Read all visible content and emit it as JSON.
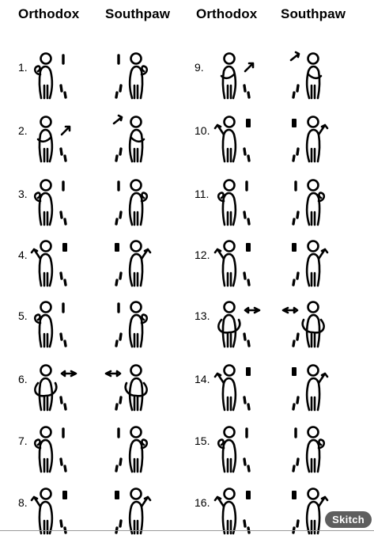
{
  "headers": [
    "Orthodox",
    "Southpaw",
    "Orthodox",
    "Southpaw"
  ],
  "left_column": {
    "numbers": [
      "1.",
      "2.",
      "3.",
      "4.",
      "5.",
      "6.",
      "7.",
      "8."
    ],
    "orthodox_poses": [
      "hook-low",
      "uppercut-right",
      "hook-low",
      "jab-raised",
      "hook-low",
      "bodyshot-left",
      "hook-low",
      "jab-raised"
    ],
    "southpaw_poses": [
      "hook-low",
      "uppercut-left",
      "hook-low",
      "jab-raised",
      "hook-low",
      "bodyshot-right",
      "hook-low",
      "jab-raised"
    ]
  },
  "right_column": {
    "numbers": [
      "9.",
      "10.",
      "11.",
      "12.",
      "13.",
      "14.",
      "15.",
      "16."
    ],
    "orthodox_poses": [
      "uppercut-right",
      "jab-raised",
      "hook-low",
      "jab-raised",
      "bodyshot-left",
      "jab-raised",
      "hook-low",
      "jab-raised"
    ],
    "southpaw_poses": [
      "uppercut-left",
      "jab-raised",
      "hook-low",
      "jab-raised",
      "bodyshot-right",
      "jab-raised",
      "hook-low",
      "jab-raised"
    ]
  },
  "watermark": {
    "label": "Skitch"
  }
}
